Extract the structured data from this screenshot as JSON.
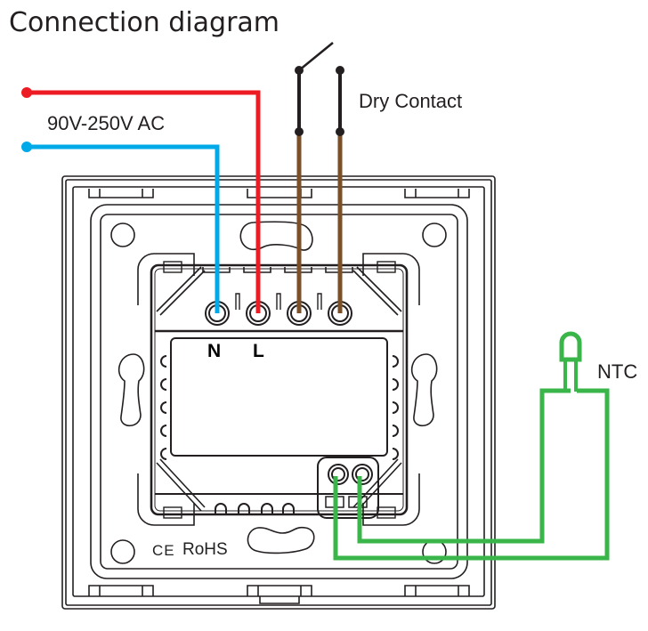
{
  "title": "Connection diagram",
  "labels": {
    "voltage": "90V-250V AC",
    "dry_contact": "Dry Contact",
    "ntc": "NTC",
    "terminal_n": "N",
    "terminal_l": "L",
    "ce_mark": "CE",
    "rohs": "RoHS"
  },
  "wires": [
    {
      "name": "live",
      "color": "#ed1c24",
      "terminal": "L"
    },
    {
      "name": "neutral",
      "color": "#00a9e8",
      "terminal": "N"
    },
    {
      "name": "dry-contact-1",
      "color": "#7b4f27",
      "terminal": "DC1"
    },
    {
      "name": "dry-contact-2",
      "color": "#7b4f27",
      "terminal": "DC2"
    },
    {
      "name": "ntc-1",
      "color": "#39b54a",
      "terminal": "NTC1"
    },
    {
      "name": "ntc-2",
      "color": "#39b54a",
      "terminal": "NTC2"
    }
  ],
  "colors": {
    "live": "#ed1c24",
    "neutral": "#00a9e8",
    "dry_contact": "#7b4f27",
    "switch": "#231f20",
    "ntc": "#39b54a",
    "outline": "#231f20"
  }
}
